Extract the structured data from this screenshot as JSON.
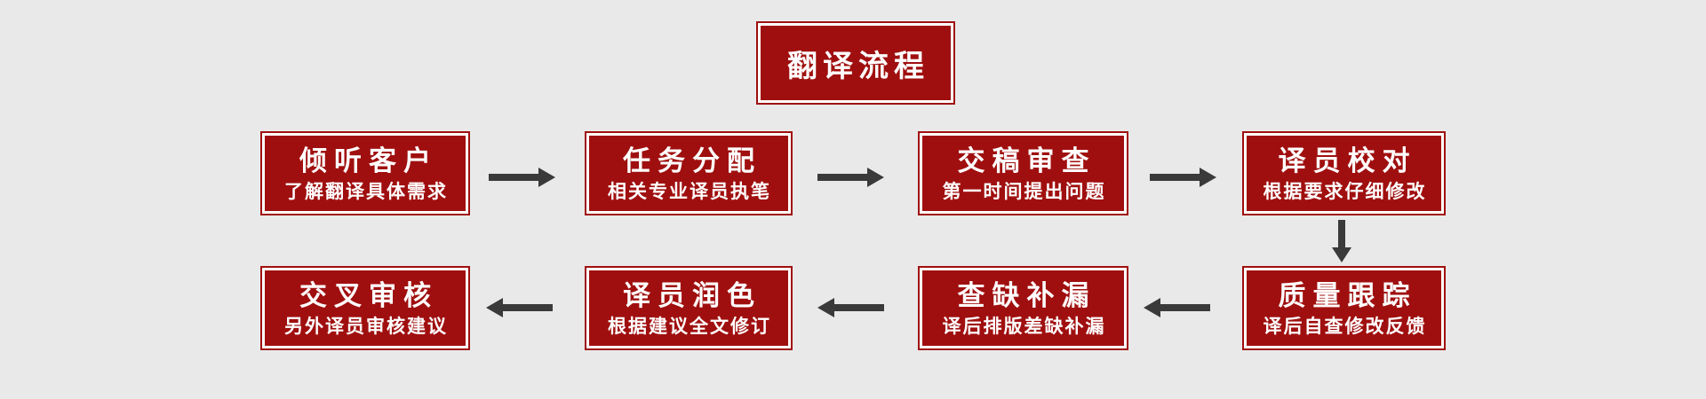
{
  "diagram": {
    "title": "翻译流程",
    "steps": [
      {
        "title": "倾听客户",
        "subtitle": "了解翻译具体需求"
      },
      {
        "title": "任务分配",
        "subtitle": "相关专业译员执笔"
      },
      {
        "title": "交稿审查",
        "subtitle": "第一时间提出问题"
      },
      {
        "title": "译员校对",
        "subtitle": "根据要求仔细修改"
      },
      {
        "title": "质量跟踪",
        "subtitle": "译后自查修改反馈"
      },
      {
        "title": "查缺补漏",
        "subtitle": "译后排版差缺补漏"
      },
      {
        "title": "译员润色",
        "subtitle": "根据建议全文修订"
      },
      {
        "title": "交叉审核",
        "subtitle": "另外译员审核建议"
      }
    ],
    "flow_order": "top row left-to-right, then down, then bottom row right-to-left"
  },
  "colors": {
    "background": "#e9e9e9",
    "box_fill": "#a00f0f",
    "box_outer_border": "#a00f0f",
    "box_inner_border": "#ffffff",
    "text": "#ffffff",
    "arrow": "#3a3a3a"
  }
}
